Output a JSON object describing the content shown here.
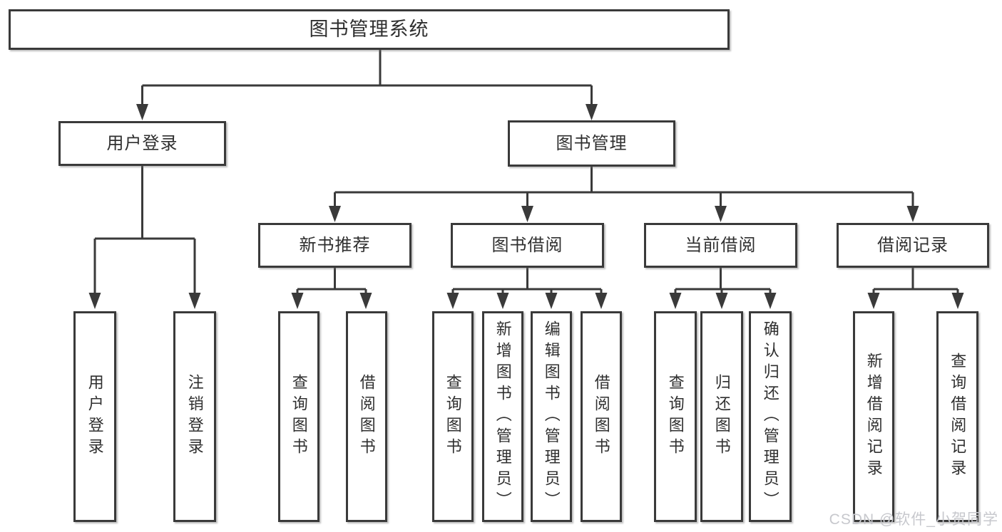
{
  "page": {
    "background_color": "#ffffff",
    "line_color": "#3a3a3a",
    "text_color": "#2f2f2f"
  },
  "diagram": {
    "type": "hierarchy-tree",
    "root": {
      "label": "图书管理系统",
      "children": [
        {
          "label": "用户登录",
          "children": [
            {
              "label": "用户登录"
            },
            {
              "label": "注销登录"
            }
          ]
        },
        {
          "label": "图书管理",
          "children": [
            {
              "label": "新书推荐",
              "children": [
                {
                  "label": "查询图书"
                },
                {
                  "label": "借阅图书"
                }
              ]
            },
            {
              "label": "图书借阅",
              "children": [
                {
                  "label": "查询图书"
                },
                {
                  "label": "新增图书（管理员）"
                },
                {
                  "label": "编辑图书（管理员）"
                },
                {
                  "label": "借阅图书"
                }
              ]
            },
            {
              "label": "当前借阅",
              "children": [
                {
                  "label": "查询图书"
                },
                {
                  "label": "归还图书"
                },
                {
                  "label": "确认归还（管理员）"
                }
              ]
            },
            {
              "label": "借阅记录",
              "children": [
                {
                  "label": "新增借阅记录"
                },
                {
                  "label": "查询借阅记录"
                }
              ]
            }
          ]
        }
      ]
    }
  },
  "watermark": {
    "text": "CSDN @软件_小贺同学",
    "color": "#c7c8cd"
  }
}
